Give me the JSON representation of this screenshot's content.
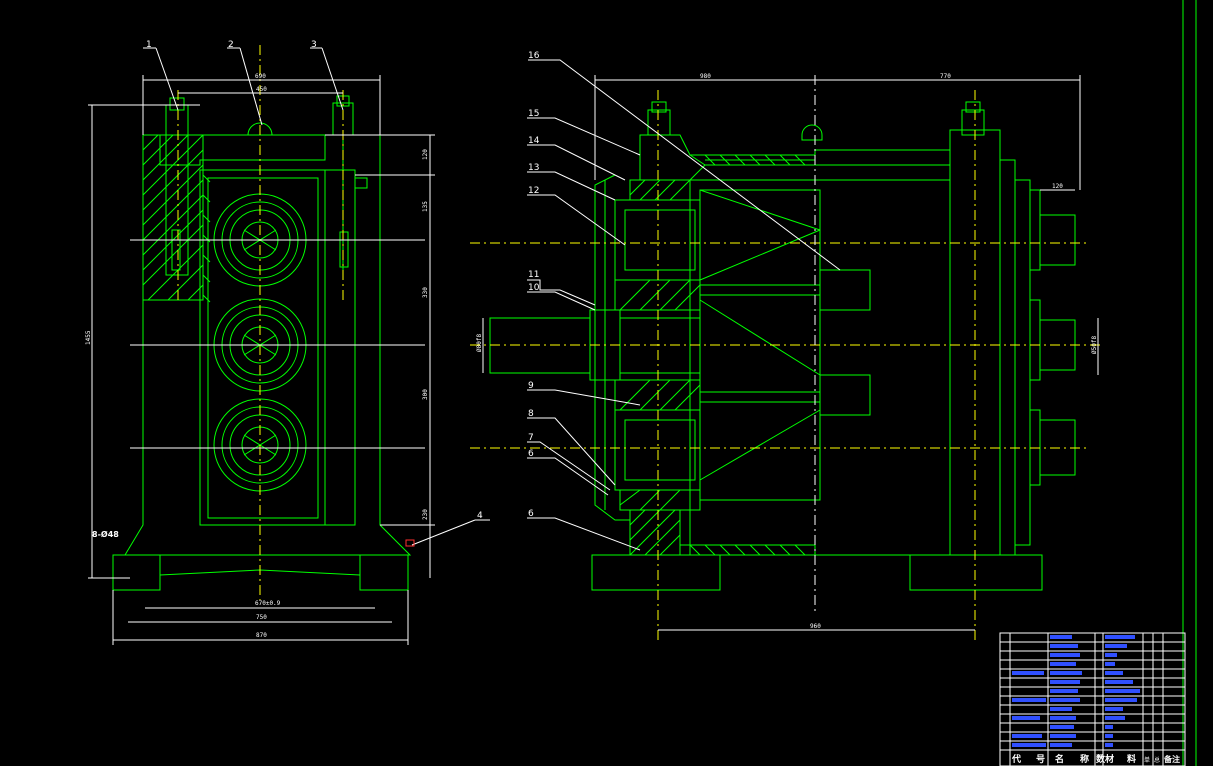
{
  "left_view": {
    "callouts": [
      "1",
      "2",
      "3",
      "4"
    ],
    "dims": {
      "top_width": "690",
      "top_inner": "450",
      "height_total": "1455",
      "h1": "120",
      "h2": "135",
      "h3": "330",
      "h4": "300",
      "h5": "230",
      "holes": "8-Ø48",
      "base1": "670±0.9",
      "base2": "750",
      "base3": "870"
    }
  },
  "right_view": {
    "callouts": [
      "16",
      "15",
      "14",
      "13",
      "12",
      "11",
      "10",
      "9",
      "8",
      "7",
      "6",
      "6"
    ],
    "dims": {
      "top_left": "980",
      "top_right": "770",
      "right_small": "120",
      "shaft_left": "Ø80f8",
      "shaft_right": "Ø50f8",
      "bottom": "960"
    }
  },
  "title_block": {
    "footer": [
      "代",
      "号",
      "名",
      "称",
      "数",
      "材",
      "料",
      "单",
      "总",
      "备注"
    ]
  },
  "colors": {
    "line": "#00ff00",
    "text": "#ffffff",
    "center": "#ffff00",
    "hatch": "#00ff00",
    "table_text": "#3050ff"
  }
}
